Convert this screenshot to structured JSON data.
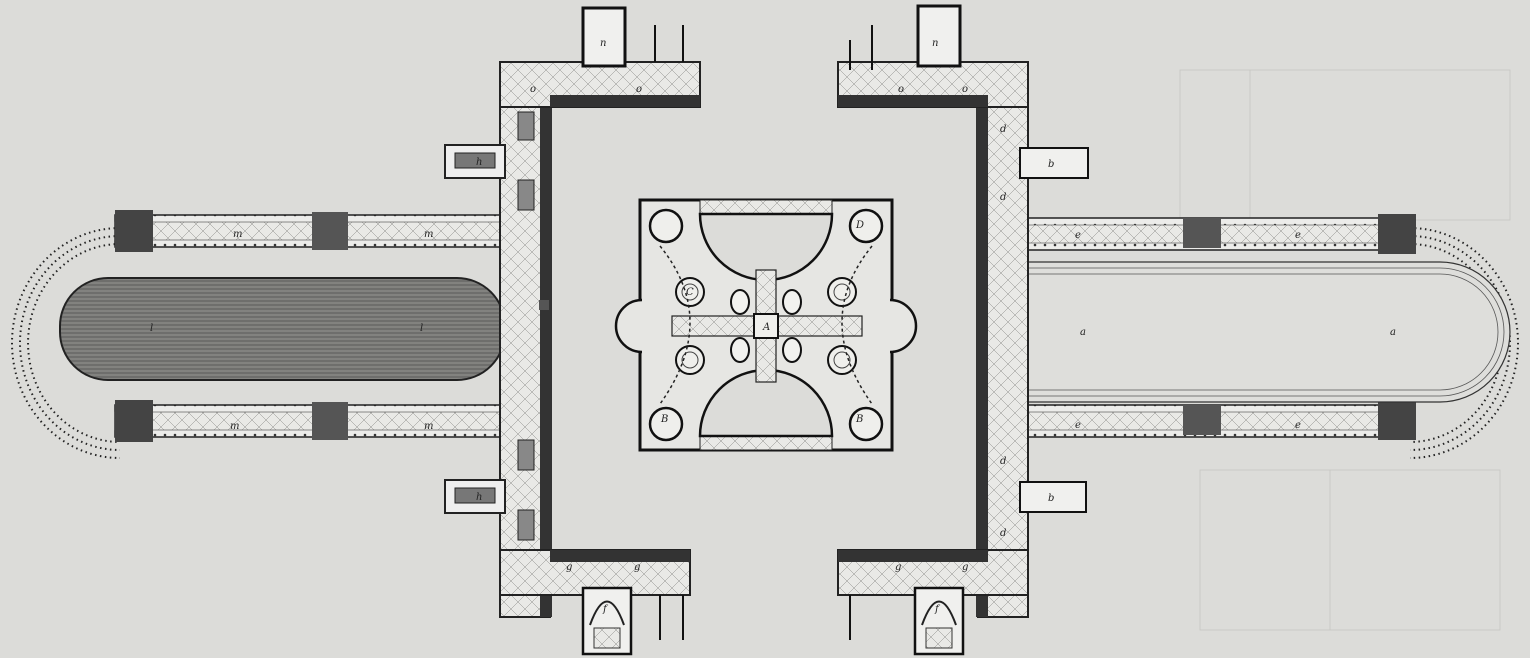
{
  "plan": {
    "background_color": "#dcdcd9",
    "ink_color": "#1c1c1c",
    "wall_color": "#2a2a2a",
    "hatch_color": "#6f6f6f",
    "labels": {
      "a": "a",
      "b": "b",
      "d": "d",
      "e": "e",
      "f": "f",
      "g": "g",
      "h": "h",
      "l": "l",
      "m": "m",
      "n": "n",
      "o": "o",
      "A": "A",
      "B": "B",
      "C": "C",
      "D": "D"
    }
  }
}
